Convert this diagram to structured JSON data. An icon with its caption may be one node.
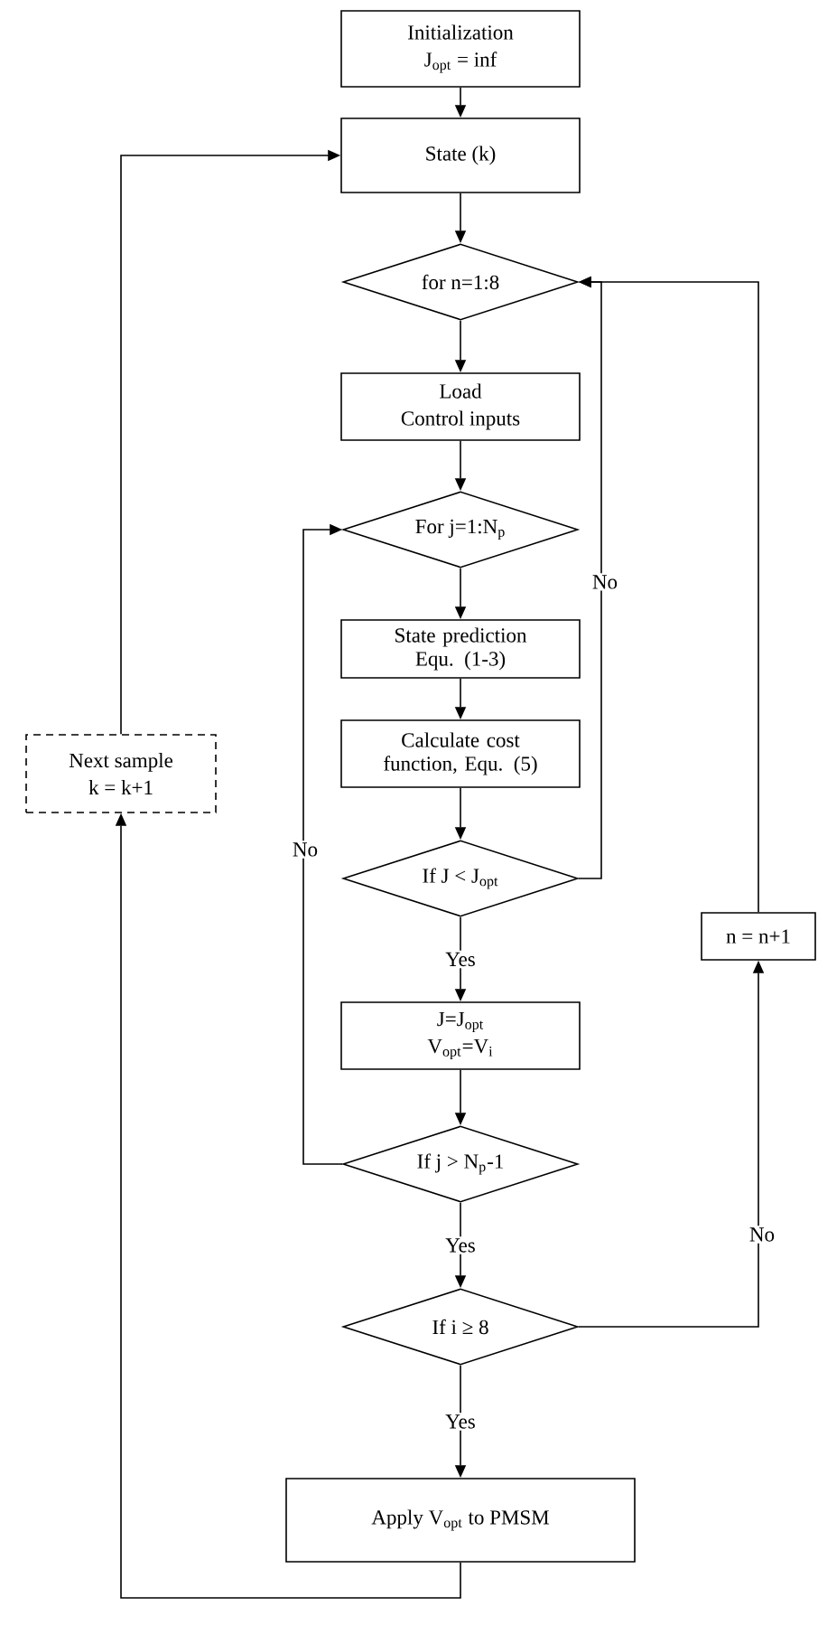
{
  "diagram": {
    "nodes": [
      {
        "text": [
          "Initialization",
          "J$_{opt}$ = inf"
        ]
      },
      {
        "text": [
          "State (k)"
        ]
      },
      {
        "text": [
          "for n=1:8"
        ]
      },
      {
        "text": [
          "Load",
          "Control inputs"
        ]
      },
      {
        "text": [
          "For j=1:N$_{p}$"
        ]
      },
      {
        "text": [
          "State prediction Equ. (1-3)"
        ]
      },
      {
        "text": [
          "Calculate cost function, Equ. (5)"
        ]
      },
      {
        "text": [
          "If J < J$_{opt}$"
        ]
      },
      {
        "text": [
          "J=J$_{opt}$",
          "V$_{opt}$=V$_{i}$"
        ]
      },
      {
        "text": [
          "If j > N$_{p}$-1"
        ]
      },
      {
        "text": [
          "If i ≥ 8"
        ]
      },
      {
        "text": [
          "Apply V$_{opt}$ to PMSM"
        ]
      },
      {
        "text": [
          "Next sample",
          "k = k+1"
        ]
      },
      {
        "text": [
          "n = n+1"
        ]
      }
    ],
    "edges": [
      {
        "from": 0,
        "to": 1,
        "arrow": "to"
      },
      {
        "from": 1,
        "to": 2,
        "arrow": "to"
      },
      {
        "from": 2,
        "to": 3,
        "arrow": "to"
      },
      {
        "from": 3,
        "to": 4,
        "arrow": "to"
      },
      {
        "from": 4,
        "to": 5,
        "arrow": "to"
      },
      {
        "from": 5,
        "to": 6,
        "arrow": "to"
      },
      {
        "from": 6,
        "to": 7,
        "arrow": "to"
      },
      {
        "from": 7,
        "to": 8,
        "arrow": "to",
        "label": "Yes"
      },
      {
        "from": 8,
        "to": 9,
        "arrow": "to"
      },
      {
        "from": 9,
        "to": 10,
        "arrow": "to",
        "label": "Yes"
      },
      {
        "from": 10,
        "to": 11,
        "arrow": "to",
        "label": "Yes"
      },
      {
        "from": 9,
        "to": 4,
        "arrow": "to",
        "label": "No"
      },
      {
        "from": 7,
        "to": 2,
        "arrow": "to",
        "label": "No"
      },
      {
        "from": 10,
        "to": 13,
        "arrow": "to",
        "label": "No"
      },
      {
        "from": 13,
        "to": 2,
        "arrow": "to"
      },
      {
        "from": 11,
        "to": 12,
        "arrow": "to"
      },
      {
        "from": 12,
        "to": 1,
        "arrow": "to"
      }
    ]
  }
}
